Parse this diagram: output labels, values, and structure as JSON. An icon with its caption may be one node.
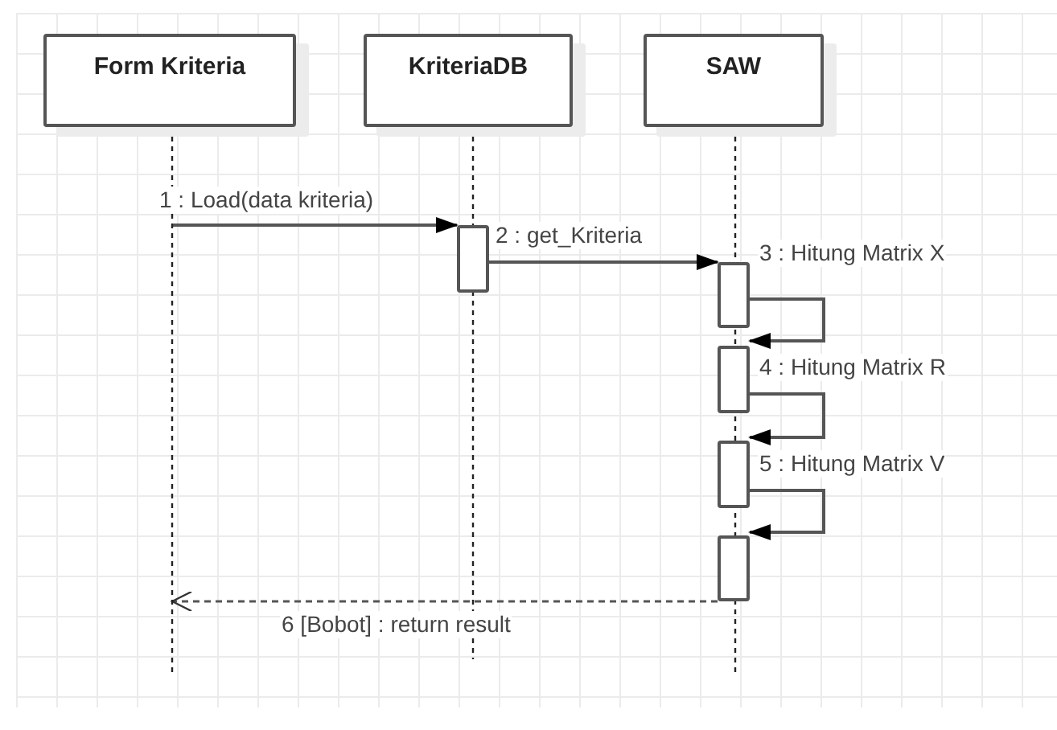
{
  "diagram": {
    "nodes": [
      {
        "text": [
          "Form Kriteria"
        ]
      },
      {
        "text": [
          "KriteriaDB"
        ]
      },
      {
        "text": [
          "SAW"
        ]
      },
      {
        "text": [],
        "shape": "bar"
      },
      {
        "text": [],
        "shape": "bar"
      },
      {
        "text": [],
        "shape": "bar"
      },
      {
        "text": [],
        "shape": "bar"
      },
      {
        "text": [],
        "shape": "bar"
      }
    ],
    "edges": [
      {
        "from": 0,
        "to": 3,
        "arrow": "to",
        "label": "1 : Load(data kriteria)"
      },
      {
        "from": 3,
        "to": 4,
        "arrow": "to",
        "label": "2 : get_Kriteria"
      },
      {
        "from": 4,
        "to": 5,
        "arrow": "to",
        "label": "3 : Hitung Matrix X"
      },
      {
        "from": 5,
        "to": 6,
        "arrow": "to",
        "label": "4 : Hitung Matrix R"
      },
      {
        "from": 6,
        "to": 7,
        "arrow": "to",
        "label": "5 : Hitung Matrix V"
      },
      {
        "from": 7,
        "to": 0,
        "arrow": "to",
        "label": "6 [Bobot] : return result",
        "style": "dashed"
      }
    ]
  }
}
